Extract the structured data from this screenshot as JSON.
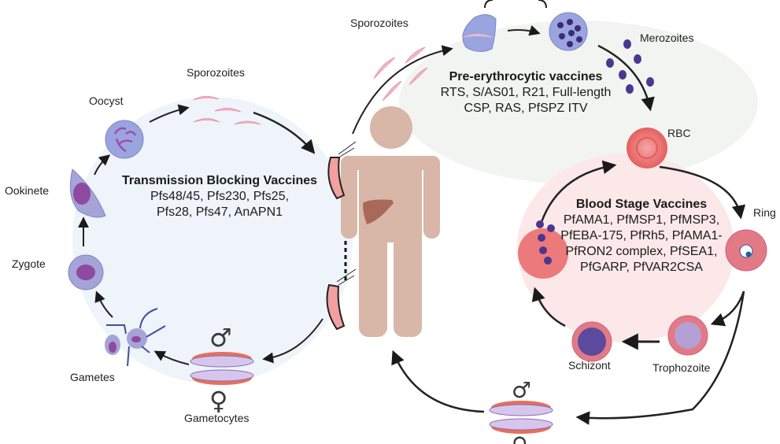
{
  "title": "Malaria parasite life cycle and vaccine targets",
  "labels": {
    "sporozoites_mosquito": "Sporozoites",
    "oocyst": "Oocyst",
    "ookinete": "Ookinete",
    "zygote": "Zygote",
    "gametes": "Gametes",
    "gametocytes": "Gametocytes",
    "sporozoites_human": "Sporozoites",
    "merozoites": "Merozoites",
    "rbc": "RBC",
    "ring": "Ring",
    "trophozoite": "Trophozoite",
    "schizont": "Schizont"
  },
  "vaccine_groups": {
    "transmission_blocking": {
      "title": "Transmission Blocking Vaccines",
      "body": "Pfs48/45,  Pfs230, Pfs25,\nPfs28, Pfs47, AnAPN1"
    },
    "pre_erythrocytic": {
      "title": "Pre-erythrocytic vaccines",
      "body": "RTS, S/AS01, R21, Full-length\nCSP, RAS, PfSPZ ITV"
    },
    "blood_stage": {
      "title": "Blood Stage Vaccines",
      "body": "PfAMA1, PfMSP1, PfMSP3,\nPfEBA-175, PfRh5, PfAMA1-\nPfRON2 complex, PfSEA1,\nPfGARP, PfVAR2CSA"
    }
  },
  "symbols": {
    "male": "♂",
    "female": "♀"
  },
  "colors": {
    "mosquito_region": "#eef4fa",
    "liver_region": "#f1f4f1",
    "blood_region": "#fce8e8",
    "human": "#d8b6a8",
    "liver": "#a8685a",
    "parasite_purple": "#9a8ccf",
    "nucleus": "#8e4a9e",
    "rbc": "#e96a6a",
    "sporozoite": "#f5b9c6"
  }
}
